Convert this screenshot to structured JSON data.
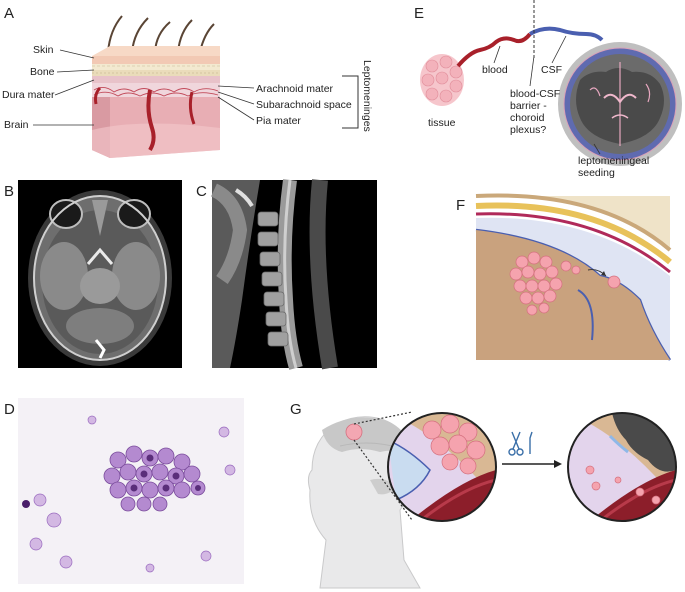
{
  "panels": {
    "a": {
      "letter": "A",
      "labels": {
        "skin": "Skin",
        "bone": "Bone",
        "dura": "Dura mater",
        "brain": "Brain",
        "arachnoid": "Arachnoid mater",
        "subarachnoid": "Subarachnoid space",
        "pia": "Pia mater",
        "leptomeninges": "Leptomeninges"
      }
    },
    "b": {
      "letter": "B"
    },
    "c": {
      "letter": "C"
    },
    "d": {
      "letter": "D"
    },
    "e": {
      "letter": "E",
      "labels": {
        "tissue": "tissue",
        "blood": "blood",
        "csf": "CSF",
        "barrier_1": "blood-CSF",
        "barrier_2": "barrier -",
        "barrier_3": "choroid",
        "barrier_4": "plexus?",
        "seeding_1": "leptomeningeal",
        "seeding_2": "seeding"
      }
    },
    "f": {
      "letter": "F"
    },
    "g": {
      "letter": "G"
    }
  },
  "colors": {
    "skin": "#f2c9b4",
    "bone": "#efe3c8",
    "dura": "#e8b9c3",
    "vessel": "#b02a2a",
    "csf_blue": "#4a5fb0",
    "brain_tan": "#c9a27e",
    "cell_pink": "#f0a8b4",
    "stain_purple": "#9a6bbf",
    "mri_bg": "#000000"
  }
}
